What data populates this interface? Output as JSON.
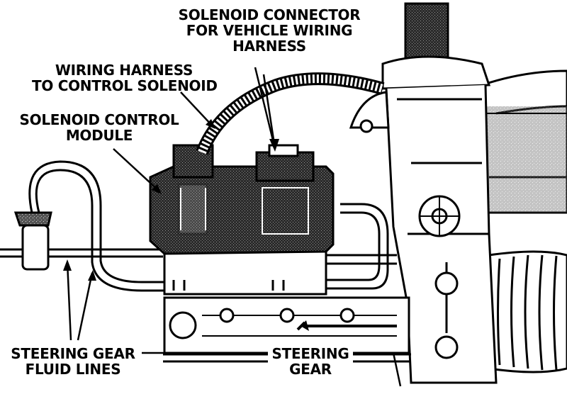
{
  "callouts": {
    "solenoid_connector": [
      "SOLENOID CONNECTOR",
      "FOR VEHICLE WIRING",
      "HARNESS"
    ],
    "wiring_harness": [
      "WIRING HARNESS",
      "TO CONTROL SOLENOID"
    ],
    "control_module": [
      "SOLENOID CONTROL",
      "MODULE"
    ],
    "fluid_lines": [
      "STEERING GEAR",
      "FLUID LINES"
    ],
    "steering_gear": [
      "STEERING",
      "GEAR"
    ]
  },
  "colors": {
    "ink": "#000000",
    "paper": "#ffffff",
    "shade": "#2b2b2b"
  }
}
